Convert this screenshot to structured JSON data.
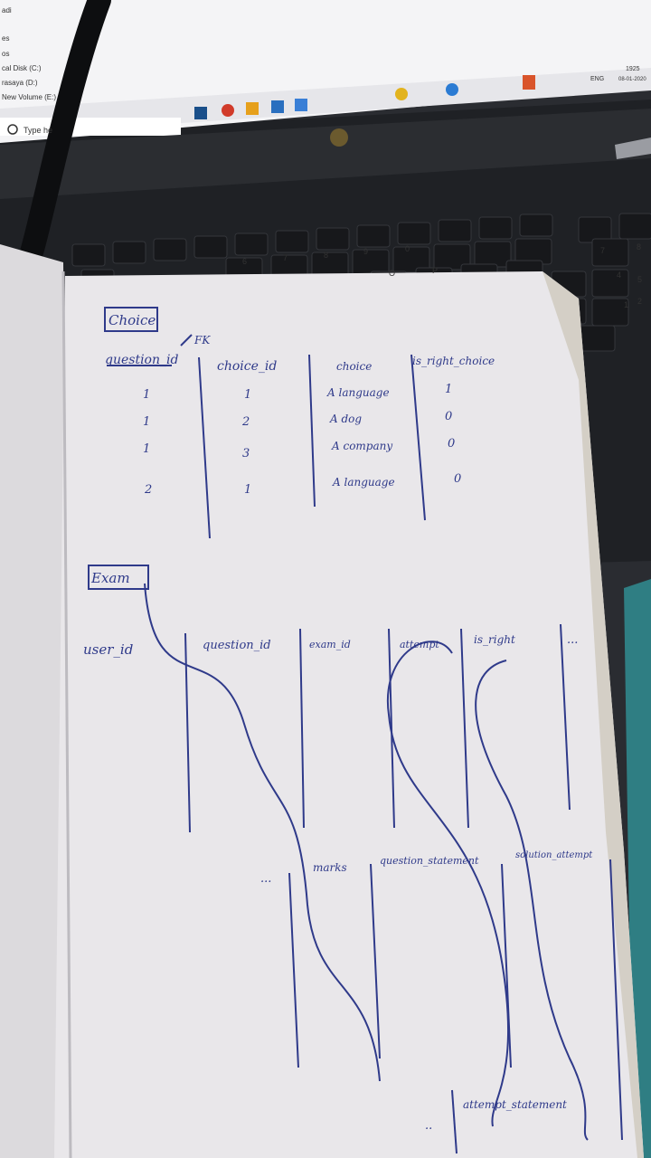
{
  "colors": {
    "paper": "#e9e7ea",
    "ink": "#2f3a8a",
    "laptop_body": "#26282c",
    "screen_white": "#f4f4f6",
    "taskbar": "#ececee"
  },
  "laptop_screen": {
    "sidebar_items": [
      "adi",
      "es",
      "os",
      "cal Disk (C:)",
      "rasaya (D:)",
      "New Volume (E:)"
    ],
    "search_placeholder": "Type he",
    "tray_language": "ENG",
    "tray_time": "1925",
    "tray_date": "08-01-2020"
  },
  "keyboard": {
    "keys": [
      "6",
      "7",
      "8",
      "9",
      "0",
      "O",
      "P",
      "4",
      "5",
      "7",
      "8",
      "1",
      "2"
    ]
  },
  "notebook": {
    "choice_table": {
      "title": "Choice",
      "fk_note": "FK",
      "columns": [
        "question_id",
        "choice_id",
        "choice",
        "is_right_choice"
      ],
      "rows": [
        [
          "1",
          "1",
          "A language",
          "1"
        ],
        [
          "1",
          "2",
          "A dog",
          "0"
        ],
        [
          "1",
          "3",
          "A company",
          "0"
        ],
        [
          "2",
          "1",
          "A language",
          "0"
        ]
      ]
    },
    "exam_table": {
      "title": "Exam",
      "columns": [
        "user_id",
        "question_id",
        "exam_id",
        "attempt",
        "is_right",
        "..."
      ],
      "columns_continued": [
        "...",
        "marks",
        "question_statement",
        "solution_attempt"
      ],
      "columns_continued_2": [
        "..",
        "attempt_statement"
      ]
    }
  }
}
